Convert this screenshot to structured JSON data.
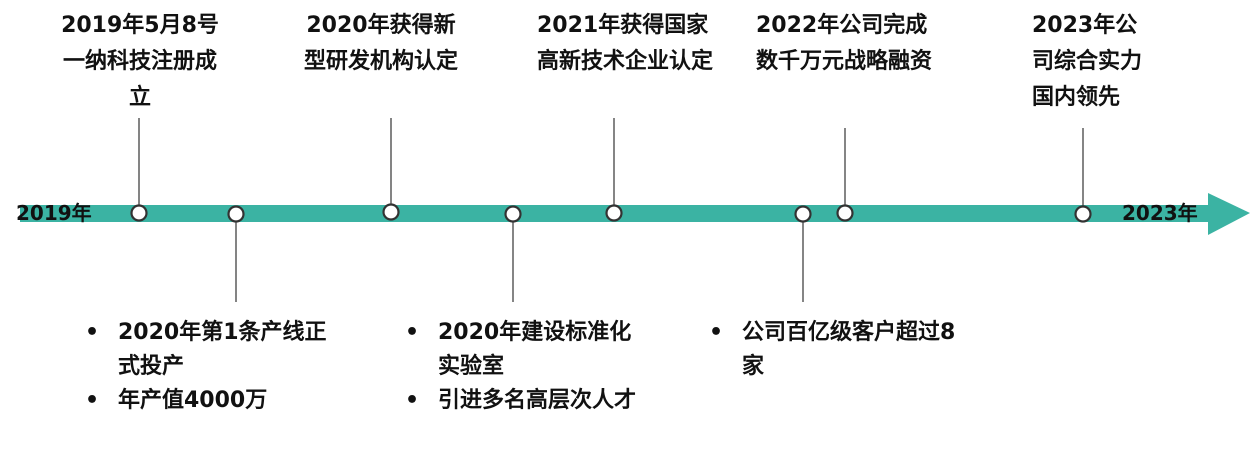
{
  "timeline": {
    "start_year": "2019年",
    "end_year": "2023年",
    "bar_color": "#3bb3a3",
    "marker_fill": "#ffffff",
    "marker_stroke": "#333333"
  },
  "milestones_above": [
    {
      "text": "2019年5月8号一纳科技注册成立"
    },
    {
      "text": "2020年获得新型研发机构认定"
    },
    {
      "text": "2021年获得国家高新技术企业认定"
    },
    {
      "text": "2022年公司完成数千万元战略融资"
    },
    {
      "text": "2023年公司综合实力国内领先"
    }
  ],
  "milestones_below": [
    {
      "items": [
        "2020年第1条产线正式投产",
        "年产值4000万"
      ]
    },
    {
      "items": [
        "2020年建设标准化实验室",
        "引进多名高层次人才"
      ]
    },
    {
      "items": [
        "公司百亿级客户超过8家"
      ]
    }
  ],
  "bullet_symbol": "•"
}
